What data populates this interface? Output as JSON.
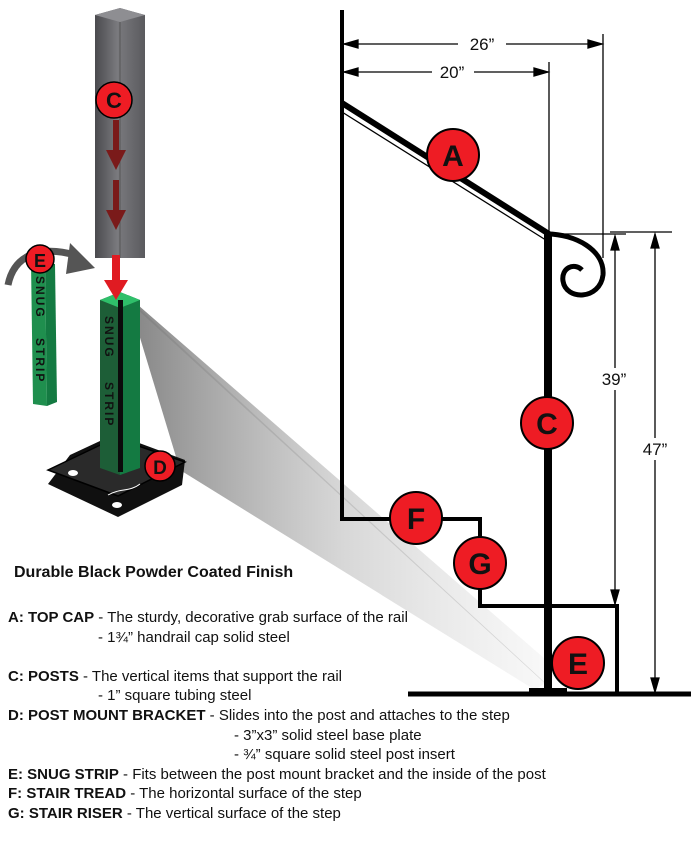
{
  "dimensions": {
    "top_width": "26”",
    "inner_width": "20”",
    "post_height": "39”",
    "overall_height": "47”"
  },
  "badges": {
    "a": "A",
    "c": "C",
    "d": "D",
    "e": "E",
    "f": "F",
    "g": "G"
  },
  "strip_text": {
    "snug": "SNUG",
    "strip": "STRIP"
  },
  "heading": "Durable Black Powder Coated Finish",
  "legend": {
    "a_term": "A: TOP CAP",
    "a_desc": " - The sturdy, decorative grab surface of the rail",
    "a_sub1": "- 1¾” handrail cap solid steel",
    "c_term": "C: POSTS",
    "c_desc": " - The vertical items that support the rail",
    "c_sub1": "- 1” square tubing steel",
    "d_term": "D: POST MOUNT BRACKET",
    "d_desc": " - Slides into the post and attaches to the step",
    "d_sub1": "- 3”x3” solid steel base plate",
    "d_sub2": "- ¾” square solid steel post insert",
    "e_term": "E: SNUG STRIP",
    "e_desc": " - Fits between the post mount bracket and the inside of the post",
    "f_term": "F: STAIR TREAD",
    "f_desc": " - The horizontal surface of the step",
    "g_term": "G: STAIR RISER",
    "g_desc": " -  The vertical surface of the step"
  },
  "colors": {
    "badge_red": "#ee1c24",
    "strip_green": "#1f8f4e",
    "post_gray": "#6a6a6e",
    "arrow_maroon": "#7a1a1a",
    "arrow_red": "#e01b22"
  }
}
